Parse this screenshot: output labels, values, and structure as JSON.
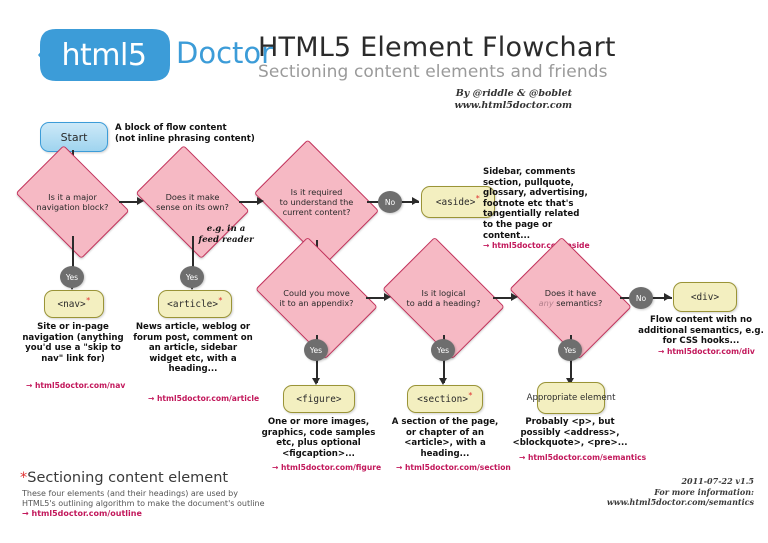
{
  "header": {
    "logo_text": "html5",
    "logo_word": "Doctor",
    "title": "HTML5 Element Flowchart",
    "subtitle": "Sectioning content elements and friends",
    "byline_1": "By @riddle & @boblet",
    "byline_2": "www.html5doctor.com",
    "brand_blue": "#3c9cd8"
  },
  "flow": {
    "start_label": "Start",
    "start_note_1": "A block of flow content",
    "start_note_2": "(not inline phrasing content)",
    "yes_label": "Yes",
    "no_label": "No"
  },
  "decisions": [
    {
      "id": "nav-q",
      "line1": "Is it a major",
      "line2": "navigation block?",
      "line3": ""
    },
    {
      "id": "article-q",
      "line1": "Does it make",
      "line2": "sense on its own?",
      "line3": ""
    },
    {
      "id": "aside-q",
      "line1": "Is it required",
      "line2": "to understand the",
      "line3": "current content?"
    },
    {
      "id": "figure-q",
      "line1": "Could you move",
      "line2": "it to an appendix?",
      "line3": ""
    },
    {
      "id": "section-q",
      "line1": "Is it logical",
      "line2": "to add a heading?",
      "line3": ""
    },
    {
      "id": "semantics-q",
      "line1": "Does it have",
      "line2_dim": "any",
      "line2": "semantics?",
      "line3": ""
    }
  ],
  "annotations": {
    "feed_reader_1": "e.g. in a",
    "feed_reader_2": "feed reader"
  },
  "results": [
    {
      "id": "nav",
      "tag": "<nav>",
      "starred": true,
      "desc": "Site or in-page navigation (anything you'd use a \"skip to nav\" link for)",
      "link": "html5doctor.com/nav"
    },
    {
      "id": "article",
      "tag": "<article>",
      "starred": true,
      "desc": "News article, weblog or forum post, comment on an article, sidebar widget etc, with a heading...",
      "link": "html5doctor.com/article"
    },
    {
      "id": "aside",
      "tag": "<aside>",
      "starred": true,
      "desc": "Sidebar, comments section, pullquote, glossary, advertising, footnote etc that's tangentially related to the page or content...",
      "link": "html5doctor.com/aside"
    },
    {
      "id": "figure",
      "tag": "<figure>",
      "starred": false,
      "desc": "One or more images, graphics, code samples etc, plus optional <figcaption>...",
      "link": "html5doctor.com/figure"
    },
    {
      "id": "section",
      "tag": "<section>",
      "starred": true,
      "desc": "A section of the page, or chapter of an <article>, with a heading...",
      "link": "html5doctor.com/section"
    },
    {
      "id": "semantics",
      "tag": "Appropriate element",
      "starred": false,
      "desc": "Probably <p>, but possibly <address>, <blockquote>, <pre>...",
      "link": "html5doctor.com/semantics"
    },
    {
      "id": "div",
      "tag": "<div>",
      "starred": false,
      "desc": "Flow content with no additional semantics, e.g. for CSS hooks...",
      "link": "html5doctor.com/div"
    }
  ],
  "footer": {
    "legend_star": "*",
    "legend_title": "Sectioning content element",
    "legend_line1": "These four elements (and their headings) are used by",
    "legend_line2": "HTML5's outlining algorithm to make the document's outline",
    "legend_link": "html5doctor.com/outline",
    "version": "2011-07-22 v1.5",
    "more_info": "For more information:",
    "more_url": "www.html5doctor.com/semantics"
  },
  "colors": {
    "diamond_fill": "#f6b9c4",
    "diamond_border": "#c2305a",
    "element_fill": "#f3efc0",
    "element_border": "#9a9437",
    "badge": "#6e6e6e",
    "link": "#c2185b"
  }
}
